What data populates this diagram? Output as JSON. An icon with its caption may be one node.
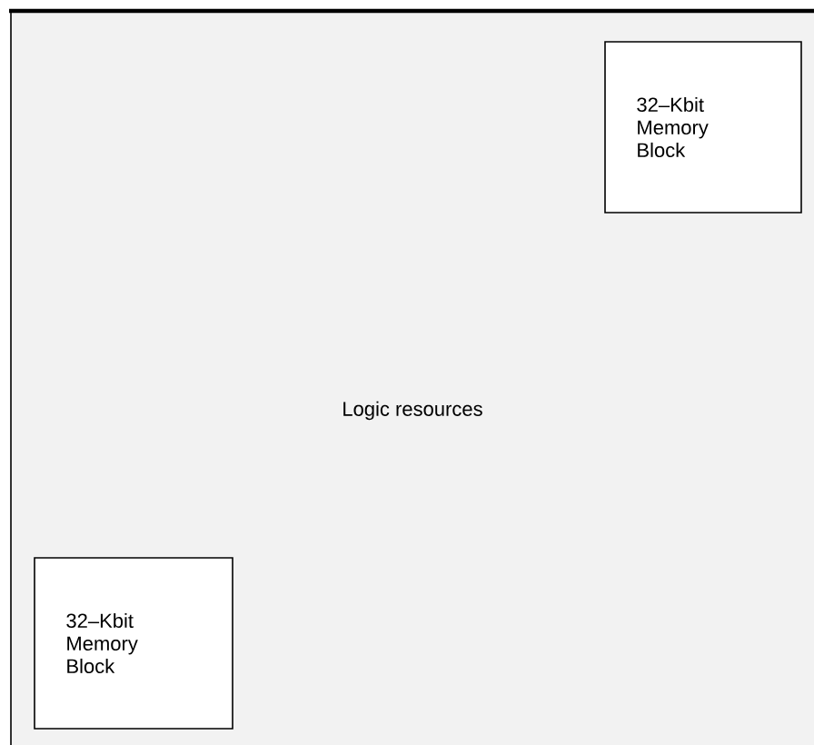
{
  "diagram": {
    "nodes": [
      {
        "text": [
          "Logic resources"
        ]
      },
      {
        "text": [
          "32–Kbit Memory Block"
        ],
        "in": 0
      },
      {
        "text": [
          "32–Kbit Memory Block"
        ],
        "in": 0
      }
    ]
  }
}
